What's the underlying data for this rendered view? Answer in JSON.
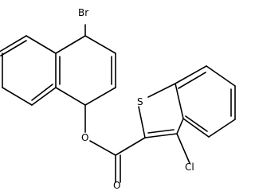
{
  "molecule": {
    "atoms": {
      "bromine": "Br",
      "sulfur": "S",
      "ester_oxygen": "O",
      "carbonyl_oxygen": "O",
      "chlorine": "Cl"
    }
  }
}
